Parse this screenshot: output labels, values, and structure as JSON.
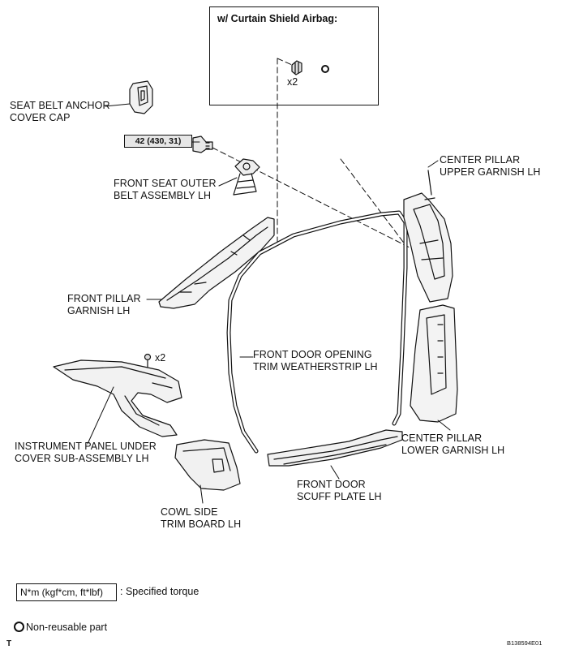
{
  "inset": {
    "title": "w/ Curtain Shield Airbag:",
    "quantity": "x2"
  },
  "torque_spec": "42 (430, 31)",
  "bolt_quantity": "x2",
  "labels": {
    "seat_belt_anchor_cover_cap": [
      "SEAT BELT ANCHOR",
      "COVER CAP"
    ],
    "front_seat_outer_belt": [
      "FRONT SEAT OUTER",
      "BELT ASSEMBLY LH"
    ],
    "front_pillar_garnish": [
      "FRONT PILLAR",
      "GARNISH LH"
    ],
    "front_door_opening_weatherstrip": [
      "FRONT DOOR OPENING",
      "TRIM WEATHERSTRIP LH"
    ],
    "instrument_panel_under_cover": [
      "INSTRUMENT PANEL UNDER",
      "COVER SUB-ASSEMBLY LH"
    ],
    "cowl_side_trim_board": [
      "COWL SIDE",
      "TRIM BOARD LH"
    ],
    "front_door_scuff_plate": [
      "FRONT DOOR",
      "SCUFF PLATE LH"
    ],
    "center_pillar_upper_garnish": [
      "CENTER PILLAR",
      "UPPER GARNISH LH"
    ],
    "center_pillar_lower_garnish": [
      "CENTER PILLAR",
      "LOWER GARNISH LH"
    ]
  },
  "legend": {
    "torque_box": "N*m (kgf*cm, ft*lbf)",
    "torque_text": ": Specified torque",
    "non_reusable": "Non-reusable part"
  },
  "footer": {
    "left": "T",
    "right": "B138594E01"
  }
}
